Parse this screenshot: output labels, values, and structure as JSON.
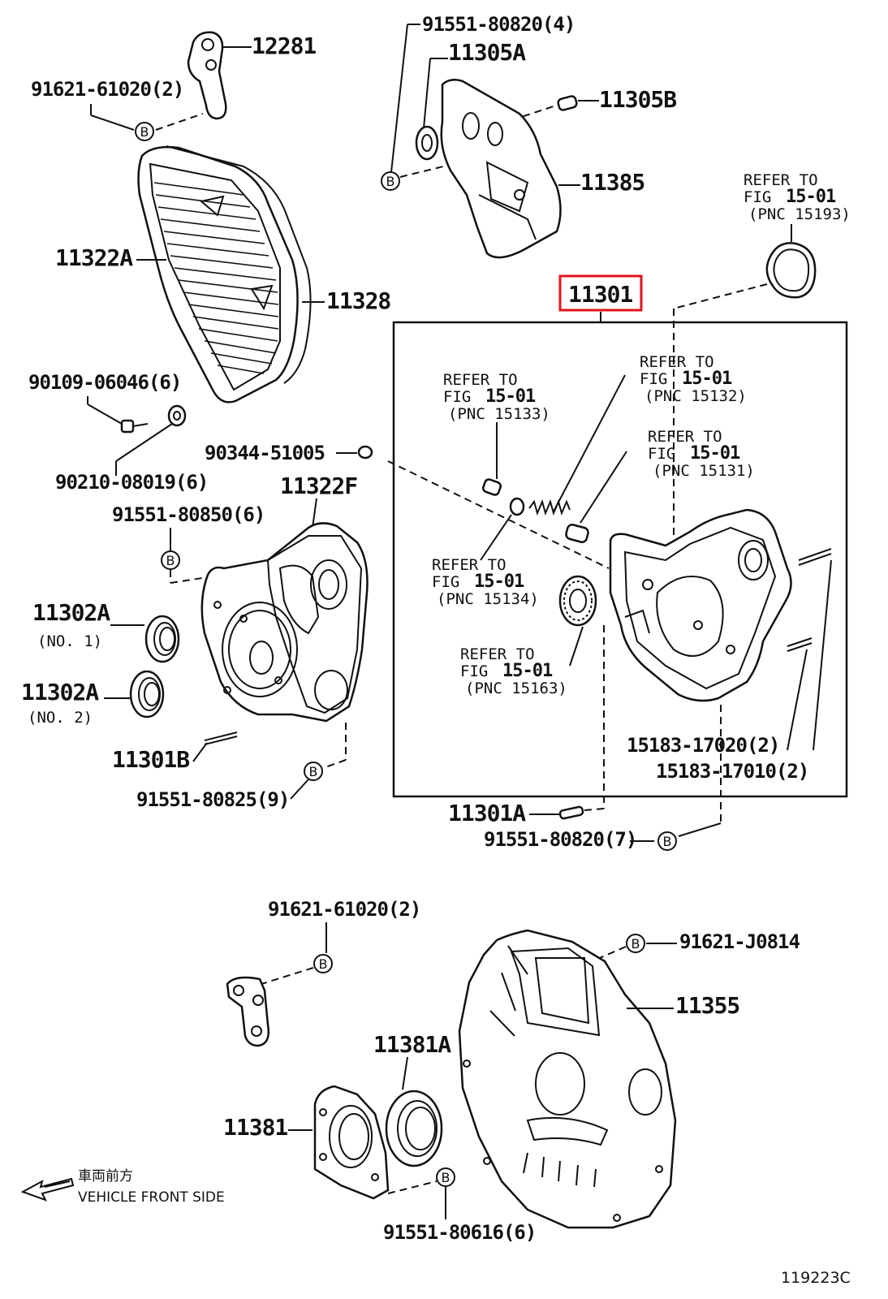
{
  "diagram": {
    "part_labels": {
      "p12281": "12281",
      "p91621_61020_top": "91621-61020(2)",
      "p91551_80820_4": "91551-80820(4)",
      "p11305A": "11305A",
      "p11305B": "11305B",
      "p11385": "11385",
      "p11322A": "11322A",
      "p11328": "11328",
      "p90109": "90109-06046(6)",
      "p90210": "90210-08019(6)",
      "p90344": "90344-51005",
      "p11322F": "11322F",
      "p91551_80850": "91551-80850(6)",
      "p11302A_1": "11302A",
      "p11302A_2": "11302A",
      "p11301B": "11301B",
      "p91551_80825": "91551-80825(9)",
      "p11301_highlight": "11301",
      "p15183_17020": "15183-17020(2)",
      "p15183_17010": "15183-17010(2)",
      "p11301A": "11301A",
      "p91551_80820_7": "91551-80820(7)",
      "p91621_61020_bottom": "91621-61020(2)",
      "p91621_J0814": "91621-J0814",
      "p11355": "11355",
      "p11381A": "11381A",
      "p11381": "11381",
      "p91551_80616": "91551-80616(6)"
    },
    "sub_labels": {
      "no1": "(NO. 1)",
      "no2": "(NO. 2)"
    },
    "references": [
      {
        "line1": "REFER TO",
        "line2a": "FIG",
        "line2b": "15-01",
        "line3": "(PNC 15193)"
      },
      {
        "line1": "REFER TO",
        "line2a": "FIG",
        "line2b": "15-01",
        "line3": "(PNC 15132)"
      },
      {
        "line1": "REFER TO",
        "line2a": "FIG",
        "line2b": "15-01",
        "line3": "(PNC 15133)"
      },
      {
        "line1": "REFER TO",
        "line2a": "FIG",
        "line2b": "15-01",
        "line3": "(PNC 15131)"
      },
      {
        "line1": "REFER TO",
        "line2a": "FIG",
        "line2b": "15-01",
        "line3": "(PNC 15134)"
      },
      {
        "line1": "REFER TO",
        "line2a": "FIG",
        "line2b": "15-01",
        "line3": "(PNC 15163)"
      }
    ],
    "b_marker": "B",
    "direction": {
      "japanese": "車両前方",
      "english": "VEHICLE FRONT SIDE"
    },
    "figure_id": "119223C",
    "highlight_color": "#e0141e"
  }
}
